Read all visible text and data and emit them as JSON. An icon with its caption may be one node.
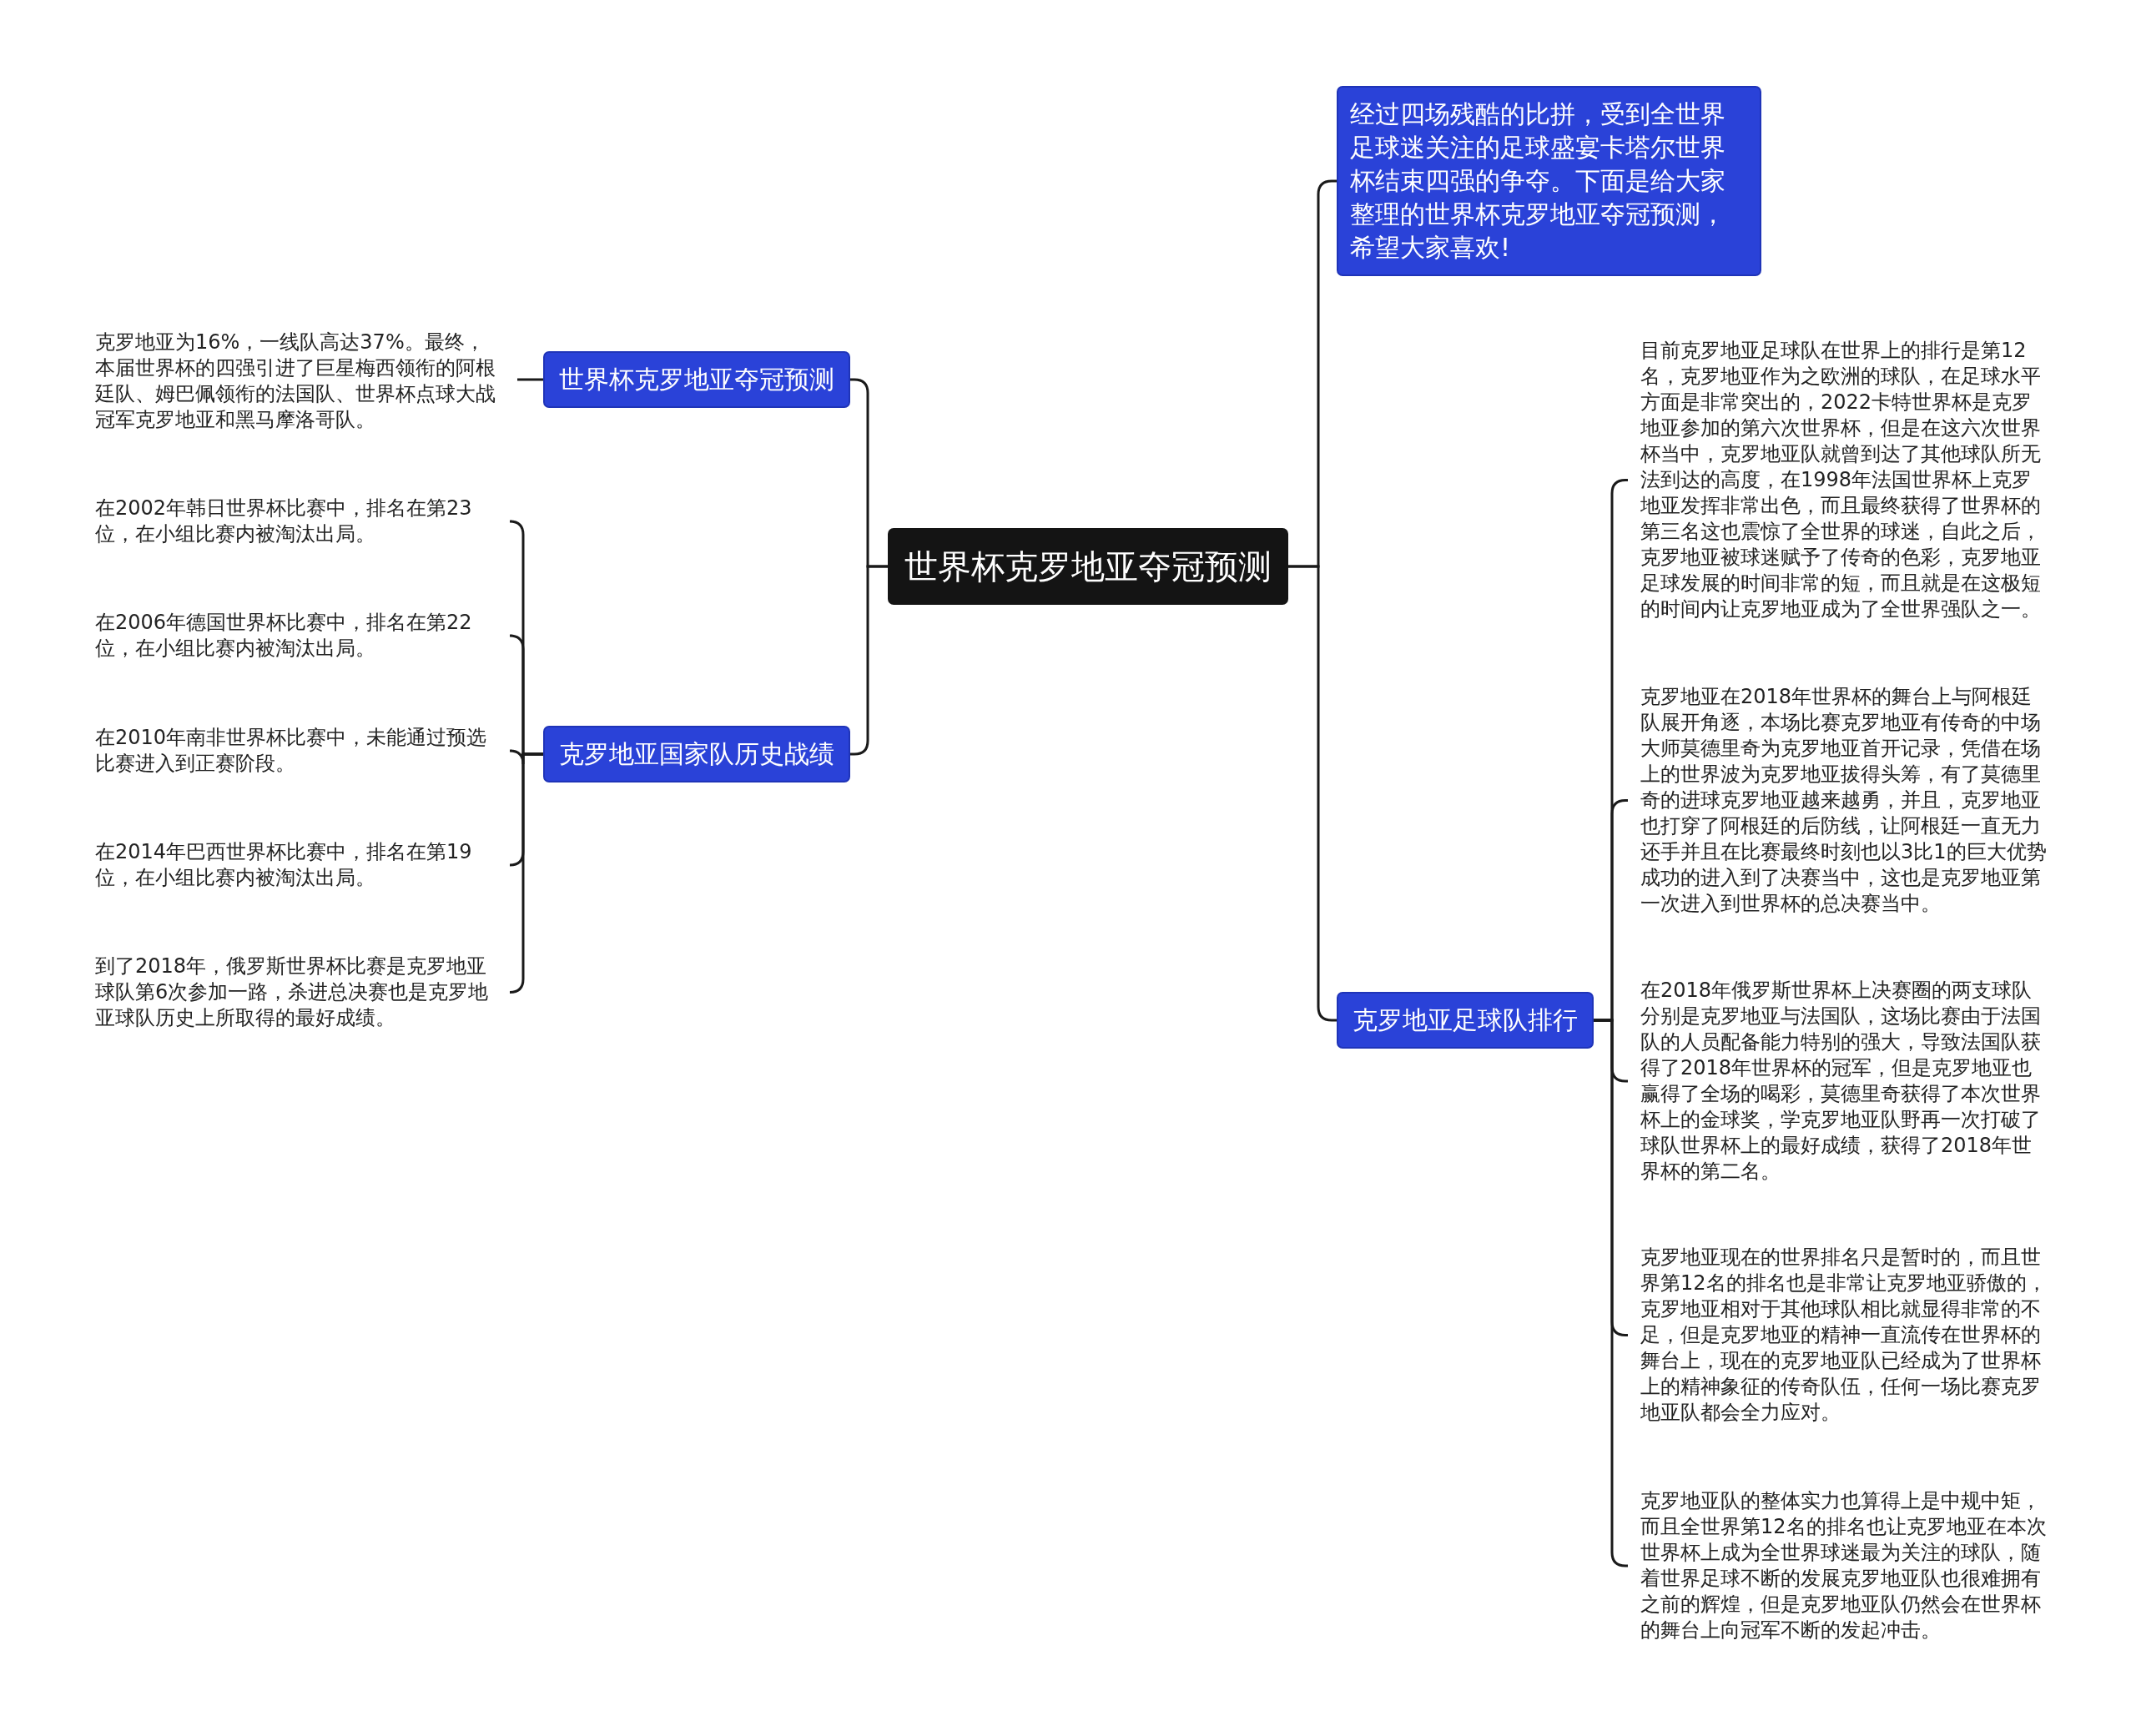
{
  "diagram": {
    "nodes": [
      {
        "text": [
          "世界杯克罗地亚夺冠预测"
        ]
      },
      {
        "text": [
          "经过四场残酷的比拼，受到全世界足球迷关注的足球盛宴卡塔尔世界杯结束四强的争夺。下面是给大家整理的世界杯克罗地亚夺冠预测，希望大家喜欢!"
        ]
      },
      {
        "text": [
          "世界杯克罗地亚夺冠预测"
        ]
      },
      {
        "text": [
          "克罗地亚国家队历史战绩"
        ]
      },
      {
        "text": [
          "克罗地亚足球队排行"
        ]
      },
      {
        "text": [
          "克罗地亚为16%，一线队高达37%。最终，本届世界杯的四强引进了巨星梅西领衔的阿根廷队、姆巴佩领衔的法国队、世界杯点球大战冠军克罗地亚和黑马摩洛哥队。"
        ]
      },
      {
        "text": [
          "在2002年韩日世界杯比赛中，排名在第23位，在小组比赛内被淘汰出局。"
        ]
      },
      {
        "text": [
          "在2006年德国世界杯比赛中，排名在第22位，在小组比赛内被淘汰出局。"
        ]
      },
      {
        "text": [
          "在2010年南非世界杯比赛中，未能通过预选比赛进入到正赛阶段。"
        ]
      },
      {
        "text": [
          "在2014年巴西世界杯比赛中，排名在第19位，在小组比赛内被淘汰出局。"
        ]
      },
      {
        "text": [
          "到了2018年，俄罗斯世界杯比赛是克罗地亚球队第6次参加一路，杀进总决赛也是克罗地亚球队历史上所取得的最好成绩。"
        ]
      },
      {
        "text": [
          "目前克罗地亚足球队在世界上的排行是第12名，克罗地亚作为之欧洲的球队，在足球水平方面是非常突出的，2022卡特世界杯是克罗地亚参加的第六次世界杯，但是在这六次世界杯当中，克罗地亚队就曾到达了其他球队所无法到达的高度，在1998年法国世界杯上克罗地亚发挥非常出色，而且最终获得了世界杯的第三名这也震惊了全世界的球迷，自此之后，克罗地亚被球迷赋予了传奇的色彩，克罗地亚足球发展的时间非常的短，而且就是在这极短的时间内让克罗地亚成为了全世界强队之一。"
        ]
      },
      {
        "text": [
          "克罗地亚在2018年世界杯的舞台上与阿根廷队展开角逐，本场比赛克罗地亚有传奇的中场大师莫德里奇为克罗地亚首开记录，凭借在场上的世界波为克罗地亚拔得头筹，有了莫德里奇的进球克罗地亚越来越勇，并且，克罗地亚也打穿了阿根廷的后防线，让阿根廷一直无力还手并且在比赛最终时刻也以3比1的巨大优势成功的进入到了决赛当中，这也是克罗地亚第一次进入到世界杯的总决赛当中。"
        ]
      },
      {
        "text": [
          "在2018年俄罗斯世界杯上决赛圈的两支球队分别是克罗地亚与法国队，这场比赛由于法国队的人员配备能力特别的强大，导致法国队获得了2018年世界杯的冠军，但是克罗地亚也赢得了全场的喝彩，莫德里奇获得了本次世界杯上的金球奖，学克罗地亚队野再一次打破了球队世界杯上的最好成绩，获得了2018年世界杯的第二名。"
        ]
      },
      {
        "text": [
          "克罗地亚现在的世界排名只是暂时的，而且世界第12名的排名也是非常让克罗地亚骄傲的，克罗地亚相对于其他球队相比就显得非常的不足，但是克罗地亚的精神一直流传在世界杯的舞台上，现在的克罗地亚队已经成为了世界杯上的精神象征的传奇队伍，任何一场比赛克罗地亚队都会全力应对。"
        ]
      },
      {
        "text": [
          "克罗地亚队的整体实力也算得上是中规中矩，而且全世界第12名的排名也让克罗地亚在本次世界杯上成为全世界球迷最为关注的球队，随着世界足球不断的发展克罗地亚队也很难拥有之前的辉煌，但是克罗地亚队仍然会在世界杯的舞台上向冠军不断的发起冲击。"
        ]
      }
    ],
    "edges": [
      {
        "from": 0,
        "to": 1,
        "arrow": "none"
      },
      {
        "from": 0,
        "to": 2,
        "arrow": "none"
      },
      {
        "from": 0,
        "to": 3,
        "arrow": "none"
      },
      {
        "from": 0,
        "to": 4,
        "arrow": "none"
      },
      {
        "from": 2,
        "to": 5,
        "arrow": "none"
      },
      {
        "from": 3,
        "to": 6,
        "arrow": "none"
      },
      {
        "from": 3,
        "to": 7,
        "arrow": "none"
      },
      {
        "from": 3,
        "to": 8,
        "arrow": "none"
      },
      {
        "from": 3,
        "to": 9,
        "arrow": "none"
      },
      {
        "from": 3,
        "to": 10,
        "arrow": "none"
      },
      {
        "from": 4,
        "to": 11,
        "arrow": "none"
      },
      {
        "from": 4,
        "to": 12,
        "arrow": "none"
      },
      {
        "from": 4,
        "to": 13,
        "arrow": "none"
      },
      {
        "from": 4,
        "to": 14,
        "arrow": "none"
      },
      {
        "from": 4,
        "to": 15,
        "arrow": "none"
      }
    ]
  }
}
